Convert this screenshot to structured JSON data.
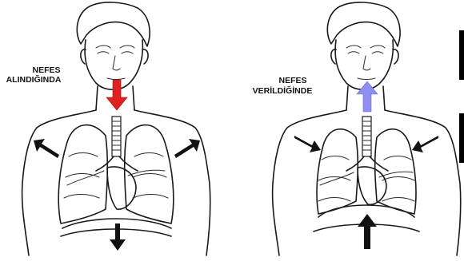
{
  "inhale": {
    "label_line1": "NEFES",
    "label_line2": "ALINDIĞINDA"
  },
  "exhale": {
    "label_line1": "NEFES",
    "label_line2": "VERİLDİĞİNDE"
  },
  "colors": {
    "inhale_arrow": "#e0201e",
    "exhale_arrow": "#8f8ff0",
    "outline": "#1a1a1a"
  },
  "icons": {
    "inhale_airflow": "arrow-down-icon",
    "exhale_airflow": "arrow-up-icon",
    "chest_expand": "arrow-outward-icon",
    "chest_contract": "arrow-inward-icon",
    "diaphragm_down": "arrow-down-icon",
    "diaphragm_up": "arrow-up-icon"
  }
}
